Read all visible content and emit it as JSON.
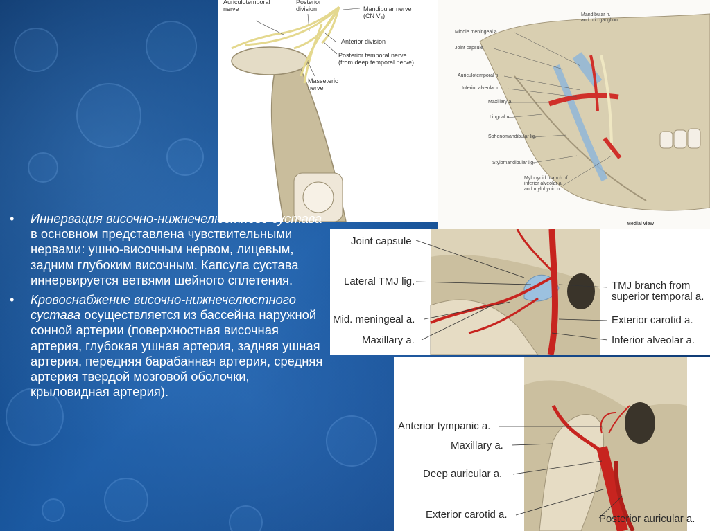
{
  "slide": {
    "bullets": [
      {
        "symbol": "•",
        "italic": "Иннервация височно-нижнечелюстного сустава",
        "text": " в основном представлена чувствительными нервами:  ушно-височным нервом,  лицевым, задним глубоким височным. Капсула сустава иннервируется ветвями шейного сплетения."
      },
      {
        "symbol": "•",
        "italic": "Кровоснабжение височно-нижнечелюстного сустава",
        "text": " осуществляется из бассейна наружной сонной артерии (поверхностная височная артерия, глубокая ушная артерия, задняя ушная артерия, передняя барабанная артерия, средняя артерия твердой мозговой оболочки, крыловидная артерия)."
      }
    ]
  },
  "figure1": {
    "labels": {
      "auriculotemporal": "Auriculotemporal\nnerve",
      "posterior_division": "Posterior\ndivision",
      "mandibular": "Mandibular nerve\n(CN V₃)",
      "anterior_division": "Anterior division",
      "posterior_temporal": "Posterior temporal nerve\n(from deep temporal nerve)",
      "masseteric": "Masseteric\nnerve"
    }
  },
  "figure2": {
    "labels": {
      "mandibular_otic": "Mandibular n.\nand otic ganglion",
      "middle_meningeal": "Middle meningeal a.",
      "joint_capsule": "Joint capsule",
      "auriculotemporal": "Auriculotemporal n.",
      "inferior_alveolar": "Inferior alveolar n.",
      "maxillary": "Maxillary a.",
      "lingual": "Lingual n.",
      "sphenomandibular": "Sphenomandibular lig.",
      "stylomandibular": "Stylomandibular lig.",
      "mylohyoid": "Mylohyoid branch of\ninferior alveolar a.\nand mylohyoid n.",
      "medial_view": "Medial view"
    }
  },
  "figure3": {
    "labels": {
      "joint_capsule": "Joint capsule",
      "lateral_tmj": "Lateral TMJ lig.",
      "mid_meningeal": "Mid. meningeal a.",
      "maxillary": "Maxillary a.",
      "tmj_branch": "TMJ branch from\nsuperior temporal a.",
      "exterior_carotid": "Exterior carotid a.",
      "inferior_alveolar": "Inferior alveolar a."
    }
  },
  "figure4": {
    "labels": {
      "anterior_tympanic": "Anterior tympanic a.",
      "maxillary": "Maxillary a.",
      "deep_auricular": "Deep auricular a.",
      "exterior_carotid": "Exterior carotid a.",
      "posterior_auricular": "Posterior auricular a."
    }
  },
  "colors": {
    "background": "#0d3a73",
    "text": "#ffffff",
    "artery": "#d0302a",
    "nerve": "#e8dc9a",
    "bone": "#cfc4a6",
    "ligament": "#8fb6d8"
  }
}
